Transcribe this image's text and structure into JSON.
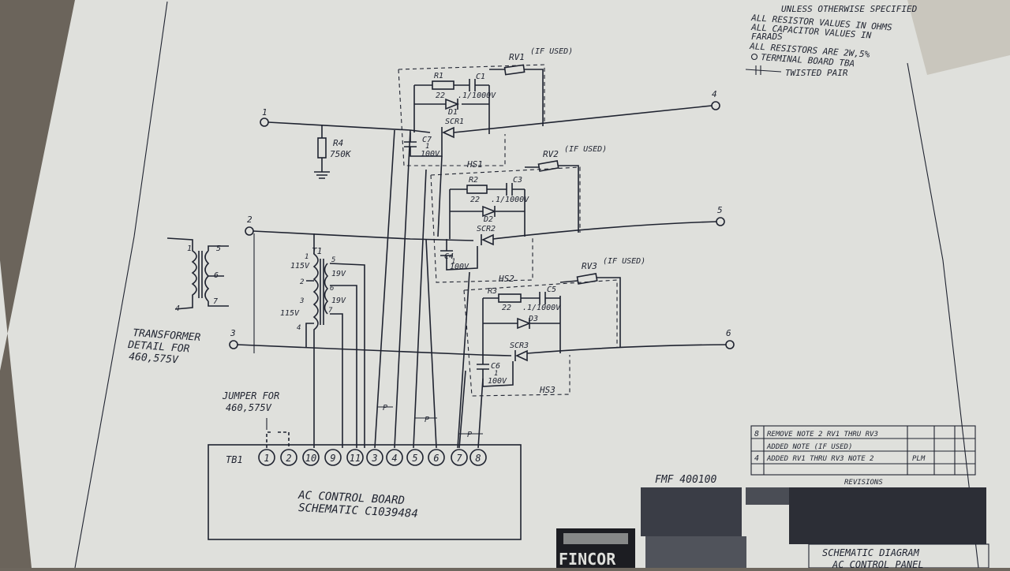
{
  "notes": {
    "line0": "UNLESS OTHERWISE SPECIFIED",
    "line1": "ALL RESISTOR VALUES IN OHMS",
    "line2": "ALL CAPACITOR VALUES IN",
    "line3": "FARADS",
    "line4": "ALL RESISTORS ARE 2W,5%",
    "line5": "TERMINAL BOARD TBA",
    "line6": "TWISTED PAIR"
  },
  "terminals": {
    "t1": "1",
    "t2": "2",
    "t3": "3",
    "t4": "4",
    "t5": "5",
    "t6": "6"
  },
  "components": {
    "r4": "R4",
    "r4_value": "750K",
    "rv1": "RV1",
    "rv1_note": "(IF USED)",
    "rv2": "RV2",
    "rv2_note": "(IF USED)",
    "rv3": "RV3",
    "rv3_note": "(IF USED)",
    "r1": "R1",
    "r1_value": "22",
    "c1": "C1",
    "c1_value": ".1/1000V",
    "d1": "D1",
    "scr1": "SCR1",
    "c7": "C7",
    "c7_value": "1",
    "c7_volt": "100V",
    "hs1": "HS1",
    "r2": "R2",
    "r2_value": "22",
    "c3": "C3",
    "c3_value": ".1/1000V",
    "d2": "D2",
    "scr2": "SCR2",
    "c4": "C4",
    "c4_value": "1",
    "c4_volt": "100V",
    "hs2": "HS2",
    "r3": "R3",
    "r3_value": "22",
    "c5": "C5",
    "c5_value": ".1/1000V",
    "d3": "D3",
    "scr3": "SCR3",
    "c6": "C6",
    "c6_value": "1",
    "c6_volt": "100V",
    "hs3": "HS3",
    "t1": "T1",
    "t1_115a": "115V",
    "t1_115b": "115V",
    "t1_19a": "19V",
    "t1_19b": "19V",
    "pin1": "1",
    "pin2": "2",
    "pin3": "3",
    "pin4": "4",
    "pin5": "5",
    "pin6": "6",
    "pin7": "7",
    "p_label": "P"
  },
  "transformer_detail": {
    "n1": "1",
    "n4": "4",
    "n5": "5",
    "n6": "6",
    "n7": "7",
    "line1": "TRANSFORMER",
    "line2": "DETAIL FOR",
    "line3": "460,575V"
  },
  "jumper": {
    "line1": "JUMPER FOR",
    "line2": "460,575V"
  },
  "board": {
    "tb_label": "TB1",
    "terminals": [
      "1",
      "2",
      "10",
      "9",
      "11",
      "3",
      "4",
      "5",
      "6",
      "7",
      "8"
    ],
    "line1": "AC CONTROL BOARD",
    "line2": "SCHEMATIC C1039484"
  },
  "title_block": {
    "drawing_number": "FMF 400100",
    "rev8": "8",
    "rev8_text": "REMOVE NOTE 2  RV1 THRU RV3",
    "rev_b": "ADDED NOTE (IF USED)",
    "rev4": "4",
    "rev4_text": "ADDED RV1 THRU RV3 NOTE 2",
    "rev4_by": "PLM",
    "revisions": "REVISIONS",
    "title1": "SCHEMATIC DIAGRAM",
    "title2": "AC CONTROL PANEL",
    "logo": "FINCOR"
  }
}
